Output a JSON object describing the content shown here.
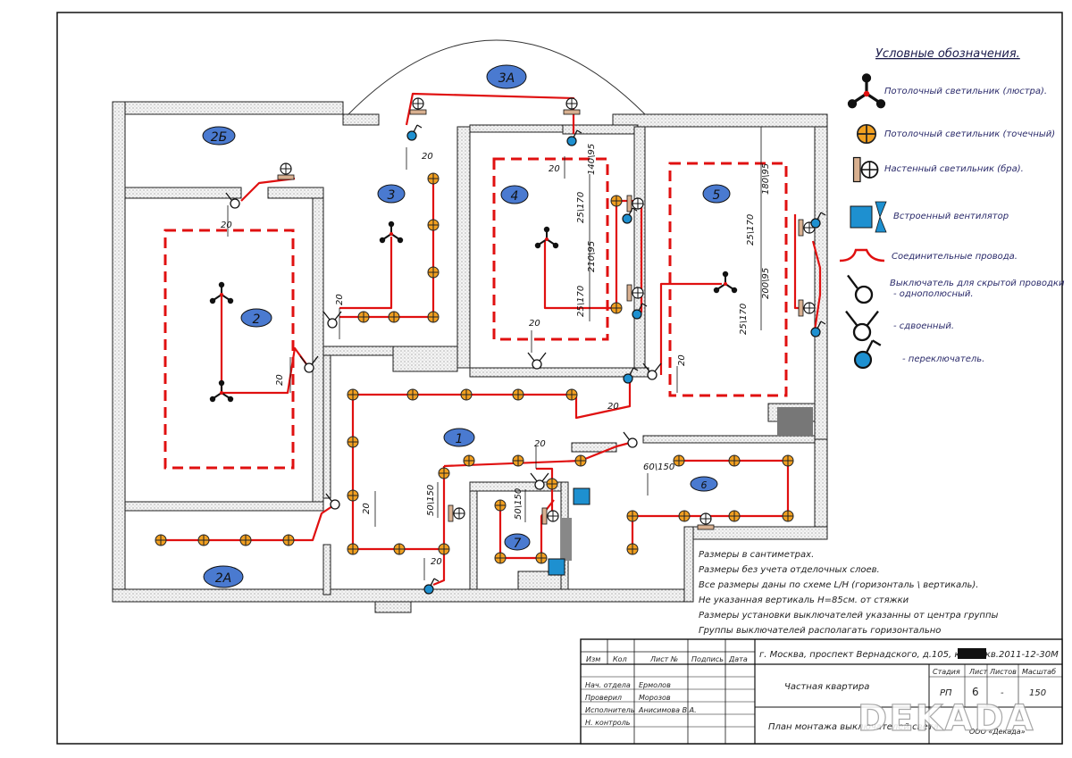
{
  "legend": {
    "title": "Условные обозначения.",
    "items": [
      {
        "label": "Потолочный светильник (люстра)."
      },
      {
        "label": "Потолочный светильник (точечный)"
      },
      {
        "label": "Настенный светильник (бра)."
      },
      {
        "label": "Встроенный вентилятор"
      },
      {
        "label": "Соединительные провода."
      },
      {
        "label": "Выключатель для скрытой проводки"
      },
      {
        "label": "- однополюсный."
      },
      {
        "label": "- сдвоенный."
      },
      {
        "label": "- переключатель."
      }
    ]
  },
  "rooms": [
    "1",
    "2",
    "2А",
    "2Б",
    "3",
    "3А",
    "4",
    "5",
    "6",
    "7"
  ],
  "dimensions": [
    "20",
    "20",
    "20",
    "20",
    "20",
    "20",
    "20",
    "20",
    "20",
    "20",
    "20",
    "140\\95",
    "25\\170",
    "210\\95",
    "25\\170",
    "180\\95",
    "25\\170",
    "200\\95",
    "25\\170",
    "60\\150",
    "50\\150",
    "50\\150"
  ],
  "notes": [
    "Размеры в сантиметрах.",
    "Размеры без учета отделочных слоев.",
    "Все размеры даны по схеме L/H (горизонталь \\ вертикаль).",
    "Не указанная вертикаль H=85см. от стяжки",
    "Размеры установки выключателей указанны от центра группы",
    "Группы выключателей располагать горизонтально"
  ],
  "title_block": {
    "address": "г. Москва, проспект Вернадского, д.105, кор.4, кв.",
    "date": "2011-12-30М",
    "headers": {
      "izm": "Изм",
      "kol": "Кол",
      "list": "Лист №",
      "podpis": "Подпись",
      "data": "Дата"
    },
    "rows": [
      {
        "role": "Нач. отдела",
        "name": "Ермолов"
      },
      {
        "role": "Проверил",
        "name": "Морозов"
      },
      {
        "role": "Исполнитель",
        "name": "Анисимова В.А."
      },
      {
        "role": "Н. контроль",
        "name": ""
      }
    ],
    "project": "Частная квартира",
    "sheet_title": "План монтажа выключателей света",
    "stage_header": "Стадия",
    "sheet_header": "Лист",
    "sheets_header": "Листов",
    "scale_header": "Масштаб",
    "stage": "РП",
    "sheet": "6",
    "sheets": "-",
    "scale": "150",
    "company": "ООО «Декада»"
  },
  "watermark": "DEKADA"
}
